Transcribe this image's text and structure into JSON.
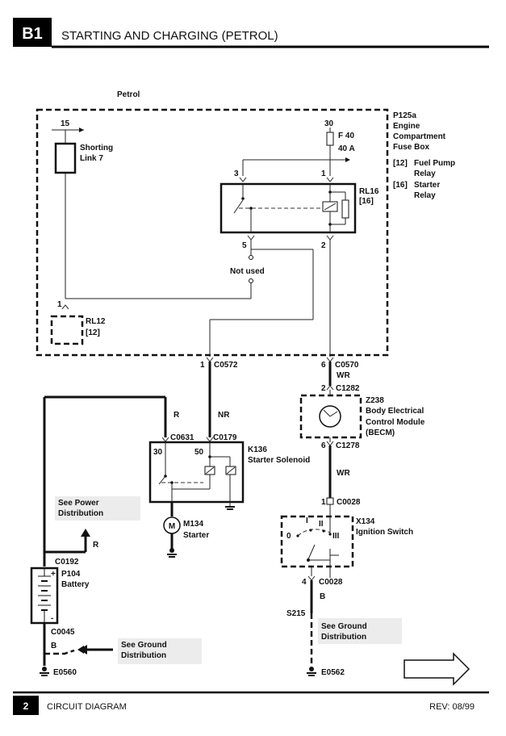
{
  "header": {
    "badge": "B1",
    "title": "STARTING AND CHARGING (PETROL)"
  },
  "footer": {
    "page": "2",
    "doc": "CIRCUIT DIAGRAM",
    "rev": "REV: 08/99"
  },
  "variant": "Petrol",
  "fusebox": {
    "code": "P125a",
    "name_lines": [
      "Engine",
      "Compartment",
      "Fuse Box"
    ],
    "legend": [
      {
        "num": "[12]",
        "lines": [
          "Fuel Pump",
          "Relay"
        ]
      },
      {
        "num": "[16]",
        "lines": [
          "Starter",
          "Relay"
        ]
      }
    ],
    "feed15": "15",
    "feed30": "30",
    "fuse_id": "F 40",
    "fuse_rating": "40 A",
    "shorting_link": [
      "Shorting",
      "Link 7"
    ],
    "rl16": "RL16",
    "rl16_ref": "[16]",
    "rl12": "RL12",
    "rl12_ref": "[12]",
    "pin3": "3",
    "pin1": "1",
    "pin5": "5",
    "pin2": "2",
    "pin1b": "1",
    "not_used": "Not used"
  },
  "connectors": {
    "c0572_pin": "1",
    "c0572": "C0572",
    "c0570_pin": "6",
    "c0570": "C0570",
    "wr1": "WR",
    "c1282_pin": "2",
    "c1282": "C1282",
    "c1278_pin": "6",
    "c1278": "C1278",
    "wr2": "WR",
    "c0028a_pin": "1",
    "c0028a": "C0028",
    "c0028b_pin": "4",
    "c0028b": "C0028",
    "b_wire": "B",
    "c0631": "C0631",
    "c0179": "C0179",
    "r_wire": "R",
    "nr_wire": "NR",
    "c0192": "C0192",
    "r2_wire": "R",
    "c0045": "C0045",
    "b2_wire": "B",
    "s215": "S215",
    "e0560": "E0560",
    "e0562": "E0562"
  },
  "components": {
    "becm_code": "Z238",
    "becm_lines": [
      "Body Electrical",
      "Control Module",
      "(BECM)"
    ],
    "solenoid_code": "K136",
    "solenoid_name": "Starter Solenoid",
    "sol_t30": "30",
    "sol_t50": "50",
    "starter_code": "M134",
    "starter_name": "Starter",
    "motor_symbol": "M",
    "ign_code": "X134",
    "ign_name": "Ignition Switch",
    "ign_pos0": "0",
    "ign_pos1": "I",
    "ign_pos2": "II",
    "ign_pos3": "III",
    "battery_code": "P104",
    "battery_name": "Battery",
    "bat_plus": "+",
    "bat_minus": "-"
  },
  "notes": {
    "power": [
      "See Power",
      "Distribution"
    ],
    "ground1": [
      "See Ground",
      "Distribution"
    ],
    "ground2": [
      "See Ground",
      "Distribution"
    ]
  }
}
